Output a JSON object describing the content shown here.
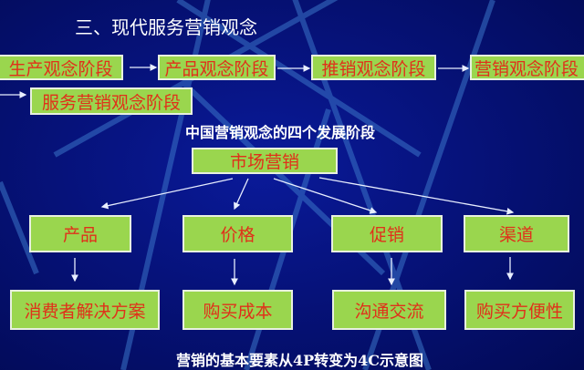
{
  "title": "三、现代服务营销观念",
  "stages": [
    {
      "label": "生产观念阶段"
    },
    {
      "label": "产品观念阶段"
    },
    {
      "label": "推销观念阶段"
    },
    {
      "label": "营销观念阶段"
    },
    {
      "label": "服务营销观念阶段"
    }
  ],
  "stages_caption": "中国营销观念的四个发展阶段",
  "root": {
    "label": "市场营销"
  },
  "four_p": [
    {
      "label": "产品"
    },
    {
      "label": "价格"
    },
    {
      "label": "促销"
    },
    {
      "label": "渠道"
    }
  ],
  "four_c": [
    {
      "label": "消费者解决方案"
    },
    {
      "label": "购买成本"
    },
    {
      "label": "沟通交流"
    },
    {
      "label": "购买方便性"
    }
  ],
  "bottom_caption": "营销的基本要素从4P转变为4C示意图",
  "colors": {
    "background": "#06127a",
    "box_fill": "#9ad64e",
    "box_text": "#e0301a",
    "box_border": "#e8f0e0",
    "text": "#ffffff"
  }
}
